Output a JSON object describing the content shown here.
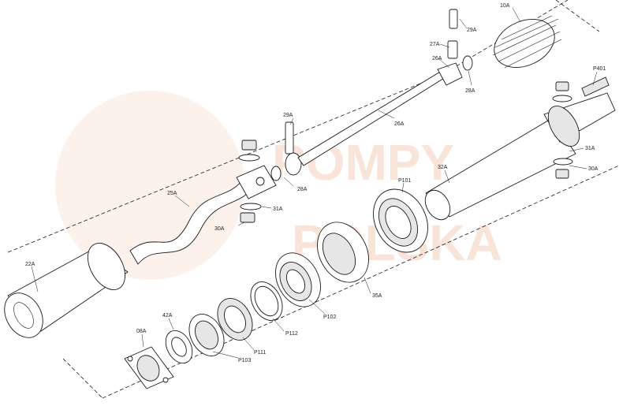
{
  "watermark": {
    "line1": "POMPY",
    "line2": "POLSKA",
    "color": "#f6dccb"
  },
  "labels": {
    "p29a_top": "29A",
    "p10a": "10A",
    "p27a": "27A",
    "p26a_top": "26A",
    "p28a_top": "28A",
    "p26a": "26A",
    "p401": "P401",
    "p29a": "29A",
    "p28a": "28A",
    "p25a": "25A",
    "p31a_left": "31A",
    "p30a_left": "30A",
    "p31a_right": "31A",
    "p30a_right": "30A",
    "p32a": "32A",
    "p101": "P101",
    "p22a": "22A",
    "p35a": "35A",
    "p102": "P102",
    "p112": "P112",
    "p111": "P111",
    "p103": "P103",
    "p42a": "42A",
    "p08a": "08A"
  }
}
